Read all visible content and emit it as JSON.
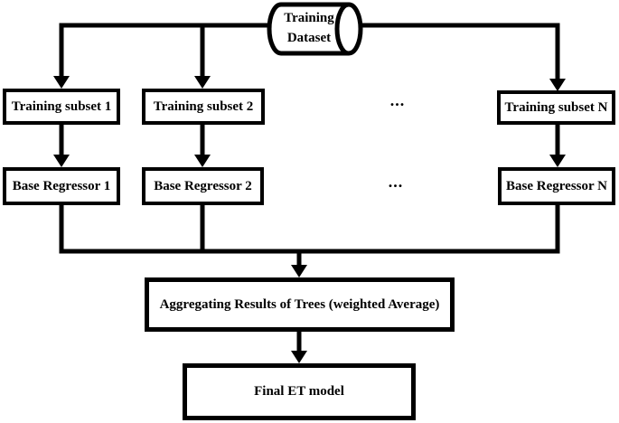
{
  "diagram": {
    "dataset": {
      "line1": "Training",
      "line2": "Dataset"
    },
    "subsets": [
      {
        "label": "Training subset 1"
      },
      {
        "label": "Training subset 2"
      },
      {
        "label": "Training subset N"
      }
    ],
    "regressors": [
      {
        "label": "Base Regressor 1"
      },
      {
        "label": "Base Regressor 2"
      },
      {
        "label": "Base Regressor N"
      }
    ],
    "ellipsis_top": "...",
    "ellipsis_bottom": "...",
    "aggregate": {
      "label": "Aggregating Results of Trees (weighted Average)"
    },
    "final": {
      "label": "Final ET model"
    },
    "colors": {
      "stroke": "#000000",
      "background": "#ffffff"
    }
  }
}
